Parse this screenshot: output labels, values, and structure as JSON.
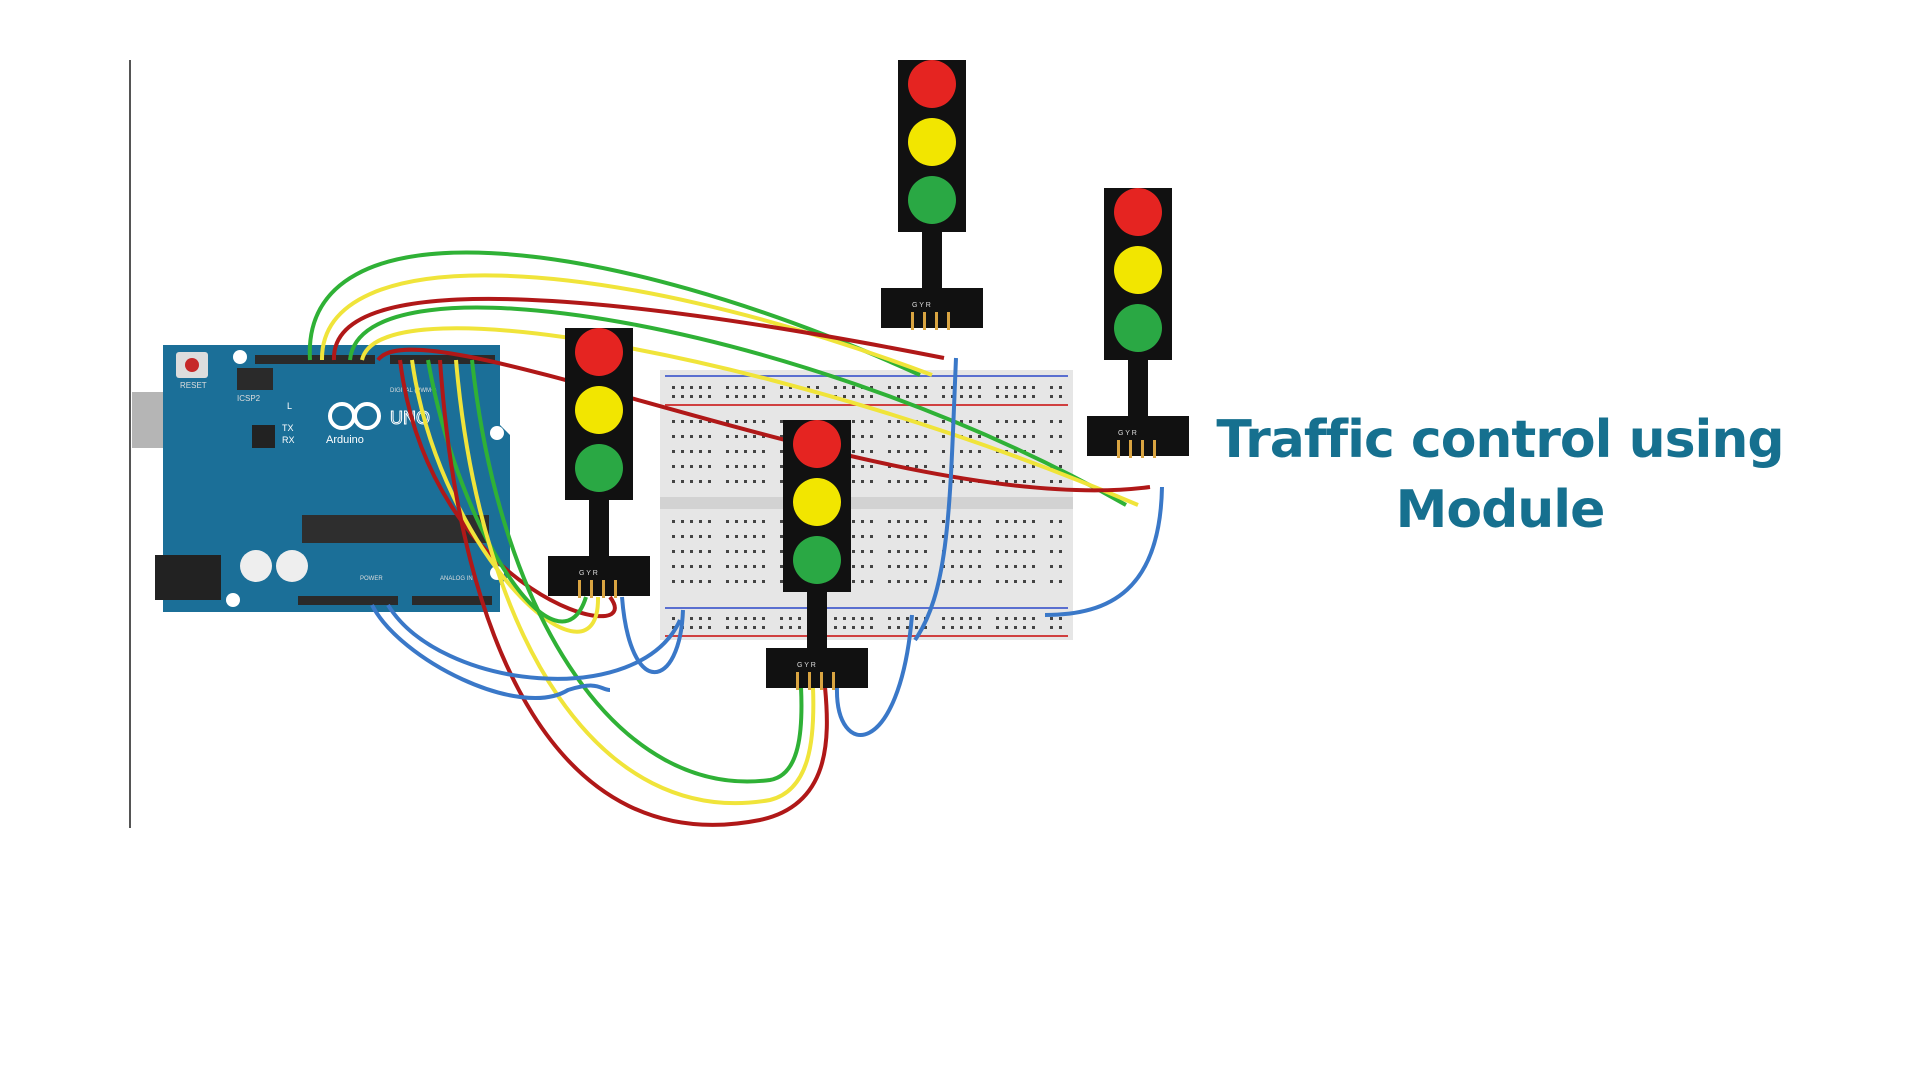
{
  "title": {
    "line1": "Traffic control using",
    "line2": "Module"
  },
  "board": {
    "name": "Arduino",
    "model": "UNO",
    "reset_label": "RESET",
    "icsp_label": "ICSP2",
    "led_labels": [
      "L",
      "TX",
      "RX"
    ],
    "power_label": "POWER",
    "analog_label": "ANALOG IN",
    "digital_label": "DIGITAL (PWM~)"
  },
  "module_pin_labels": "G Y R",
  "colors": {
    "title": "#16708f",
    "board": "#1b6f98",
    "red": "#e52421",
    "yellow": "#f2e600",
    "green": "#2aa844",
    "wire_red": "#b01818",
    "wire_yellow": "#f0e43a",
    "wire_green": "#2fb136",
    "wire_blue": "#3a78c8"
  }
}
